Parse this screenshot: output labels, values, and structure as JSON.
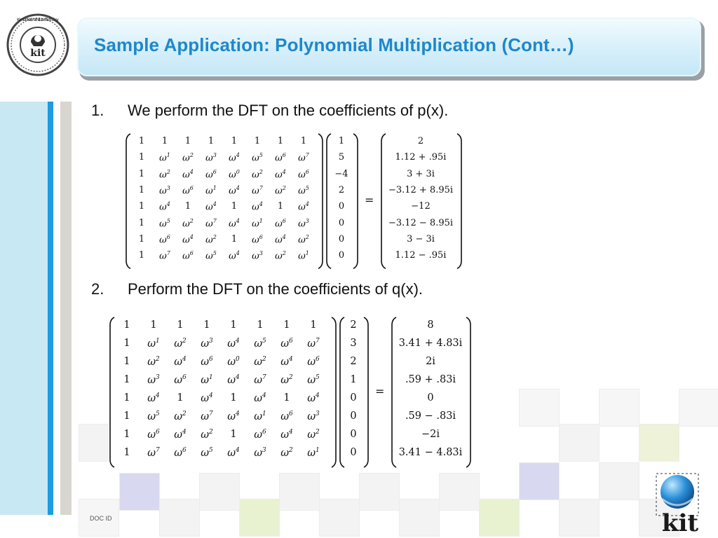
{
  "header": {
    "title": "Sample Application: Polynomial Multiplication (Cont…)"
  },
  "logo": {
    "text": "kit",
    "ring_text": "Kamrah National Institute of Technology"
  },
  "steps": [
    {
      "number": "1.",
      "text": "We perform the DFT on the coefficients of p(x)."
    },
    {
      "number": "2.",
      "text": "Perform the DFT on the coefficients of q(x)."
    }
  ],
  "matrix": {
    "rows": [
      [
        "1",
        "1",
        "1",
        "1",
        "1",
        "1",
        "1",
        "1"
      ],
      [
        "1",
        "ω1",
        "ω2",
        "ω3",
        "ω4",
        "ω5",
        "ω6",
        "ω7"
      ],
      [
        "1",
        "ω2",
        "ω4",
        "ω6",
        "ω0",
        "ω2",
        "ω4",
        "ω6"
      ],
      [
        "1",
        "ω3",
        "ω6",
        "ω1",
        "ω4",
        "ω7",
        "ω2",
        "ω5"
      ],
      [
        "1",
        "ω4",
        "1",
        "ω4",
        "1",
        "ω4",
        "1",
        "ω4"
      ],
      [
        "1",
        "ω5",
        "ω2",
        "ω7",
        "ω4",
        "ω1",
        "ω6",
        "ω3"
      ],
      [
        "1",
        "ω6",
        "ω4",
        "ω2",
        "1",
        "ω6",
        "ω4",
        "ω2"
      ],
      [
        "1",
        "ω7",
        "ω6",
        "ω5",
        "ω4",
        "ω3",
        "ω2",
        "ω1"
      ]
    ]
  },
  "equation1": {
    "vector": [
      "1",
      "5",
      "−4",
      "2",
      "0",
      "0",
      "0",
      "0"
    ],
    "result": [
      "2",
      "1.12 + .95i",
      "3 + 3i",
      "−3.12 + 8.95i",
      "−12",
      "−3.12 − 8.95i",
      "3 − 3i",
      "1.12 − .95i"
    ]
  },
  "equation2": {
    "vector": [
      "2",
      "3",
      "2",
      "1",
      "0",
      "0",
      "0",
      "0"
    ],
    "result": [
      "8",
      "3.41 + 4.83i",
      "2i",
      ".59 + .83i",
      "0",
      ".59 − .83i",
      "−2i",
      "3.41 − 4.83i"
    ]
  },
  "equals": "=",
  "footer": {
    "doc_id": "DOC ID",
    "logo_text": "kit"
  },
  "colors": {
    "title": "#1e88cc",
    "stripe_cyan": "#c8e8f4",
    "stripe_blue": "#1d9be0",
    "stripe_grey": "#d9d6cf"
  }
}
